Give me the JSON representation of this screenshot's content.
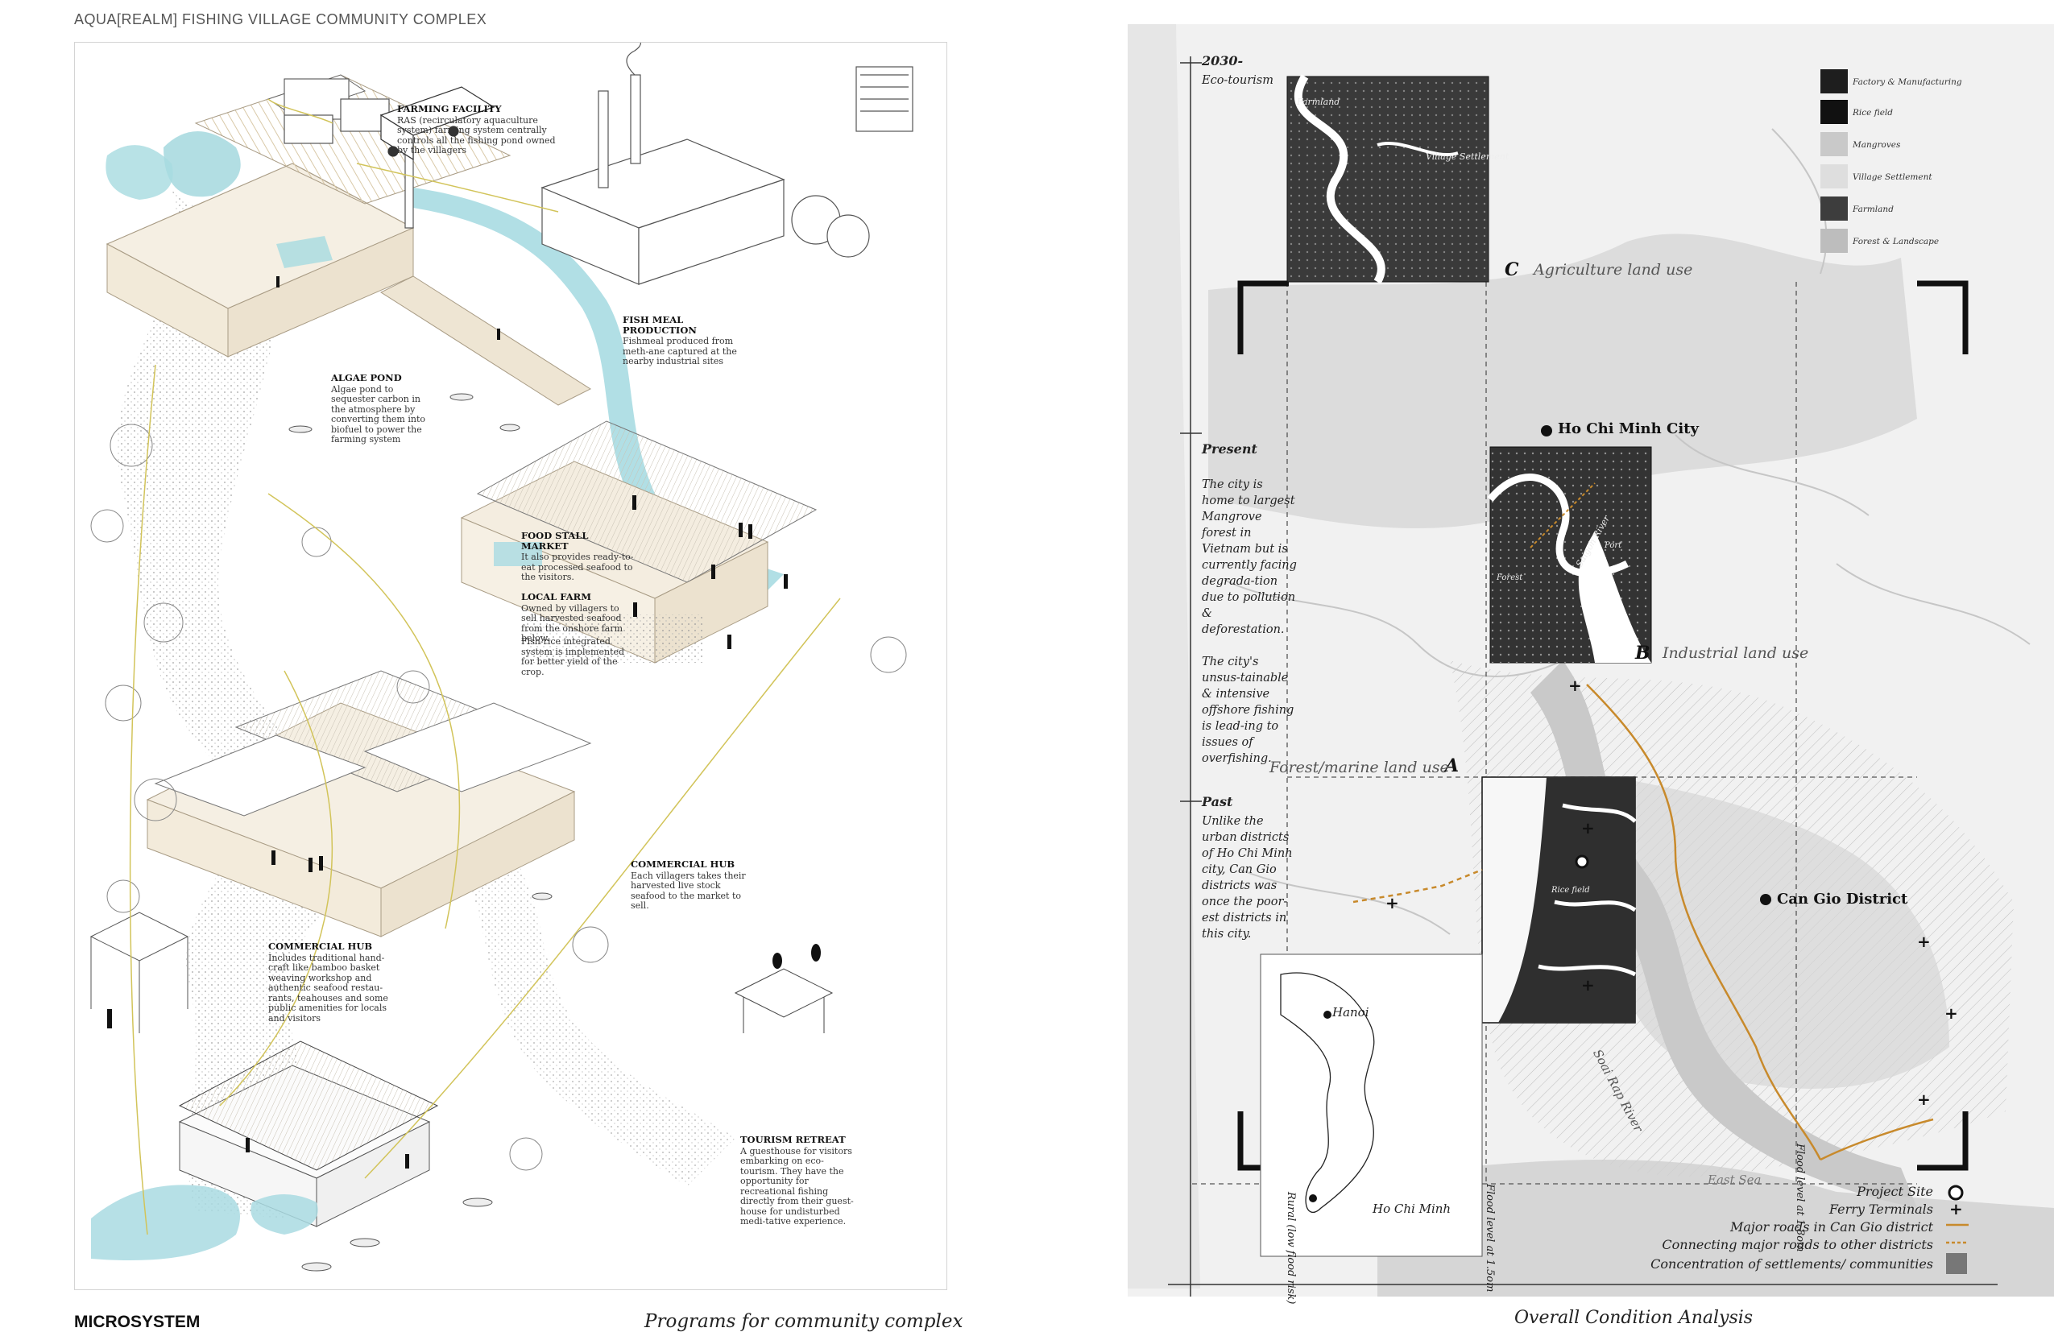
{
  "left": {
    "title": "AQUA[REALM] FISHING VILLAGE COMMUNITY COMPLEX",
    "footer_label": "MICROSYSTEM",
    "caption": "Programs for community complex",
    "notes": [
      {
        "id": "farming",
        "head": "FARMING FACILITY",
        "body": "RAS (recirculatory aquaculture system) farming system centrally controls all the fishing pond owned by the villagers"
      },
      {
        "id": "fishmeal",
        "head": "FISH MEAL PRODUCTION",
        "body": "Fishmeal produced from meth-ane captured at the nearby industrial sites"
      },
      {
        "id": "algae",
        "head": "ALGAE POND",
        "body": "Algae pond to sequester carbon in the atmosphere by converting them into biofuel to power the farming system"
      },
      {
        "id": "foodstall",
        "head": "FOOD STALL MARKET",
        "body": "It also provides ready-to-eat processed seafood to the visitors."
      },
      {
        "id": "localfarm",
        "head": "LOCAL FARM",
        "body": "Owned by villagers to sell harvested seafood from the onshore farm below."
      },
      {
        "id": "fishrice",
        "head": "",
        "body": "Fish-rice integrated system is implemented for better yield of the crop."
      },
      {
        "id": "commercial1",
        "head": "COMMERCIAL HUB",
        "body": "Each villagers takes their harvested live stock seafood to the market to sell."
      },
      {
        "id": "commercial2",
        "head": "COMMERCIAL HUB",
        "body": "Includes traditional hand-craft like bamboo basket weaving workshop and authentic seafood restau-rants, teahouses and some public amenities for locals and visitors"
      },
      {
        "id": "tourism",
        "head": "TOURISM RETREAT",
        "body": "A guesthouse for visitors embarking on eco-tourism. They have the opportunity for recreational fishing directly from their guest-house for undisturbed medi-tative experience."
      }
    ]
  },
  "right": {
    "caption": "Overall Condition Analysis",
    "timeline": [
      {
        "id": "future",
        "head": "2030-",
        "body": "Eco-tourism"
      },
      {
        "id": "present",
        "head": "Present",
        "body": "The city is home to largest Mangrove forest in Vietnam but is currently facing degrada-tion due to pollution & deforestation.\n\nThe city's unsus-tainable & intensive offshore fishing is lead-ing to issues of overfishing."
      },
      {
        "id": "past",
        "head": "Past",
        "body": "Unlike the urban districts of Ho Chi Minh city, Can Gio districts was once the poor-est districts in this city."
      }
    ],
    "land_use": {
      "C": "Agriculture land use",
      "B": "Industrial land use",
      "A": "Forest/marine land use"
    },
    "letters": {
      "A": "A",
      "B": "B",
      "C": "C"
    },
    "places": {
      "hcmc": "Ho Chi Minh City",
      "cangio": "Can Gio District",
      "hanoi": "Hanoi",
      "hcm_small": "Ho Chi Minh",
      "east_sea": "East Sea",
      "soai_rap": "Soai Rap River",
      "saigon_river": "Saigon River",
      "farmland": "Farmland",
      "village": "Village Settlement",
      "rice_field": "Rice field",
      "forest": "Forest",
      "port": "Port"
    },
    "legend_top": [
      {
        "label": "Factory & Manufacturing",
        "color": "#1e1e1e"
      },
      {
        "label": "Rice field",
        "color": "#111111"
      },
      {
        "label": "Mangroves",
        "color": "#c9c9c9"
      },
      {
        "label": "Village Settlement",
        "color": "#dedede"
      },
      {
        "label": "Farmland",
        "color": "#3d3d3d"
      },
      {
        "label": "Forest & Landscape",
        "color": "#bdbdbd"
      }
    ],
    "legend_bottom": [
      {
        "label": "Project Site",
        "symbol": "circle"
      },
      {
        "label": "Ferry Terminals",
        "symbol": "plus"
      },
      {
        "label": "Major roads in Can Gio district",
        "symbol": "line"
      },
      {
        "label": "Connecting major roads to other districts",
        "symbol": "dotted"
      },
      {
        "label": "Concentration of settlements/ communities",
        "symbol": "square"
      }
    ],
    "flood_labels": [
      "Flood level at 1.5om",
      "Flood level at 1.8om",
      "Rural (low flood risk)"
    ],
    "colors": {
      "road": "#c88a2c",
      "dark": "#2e2e2e",
      "river": "#bfbfbf"
    }
  }
}
